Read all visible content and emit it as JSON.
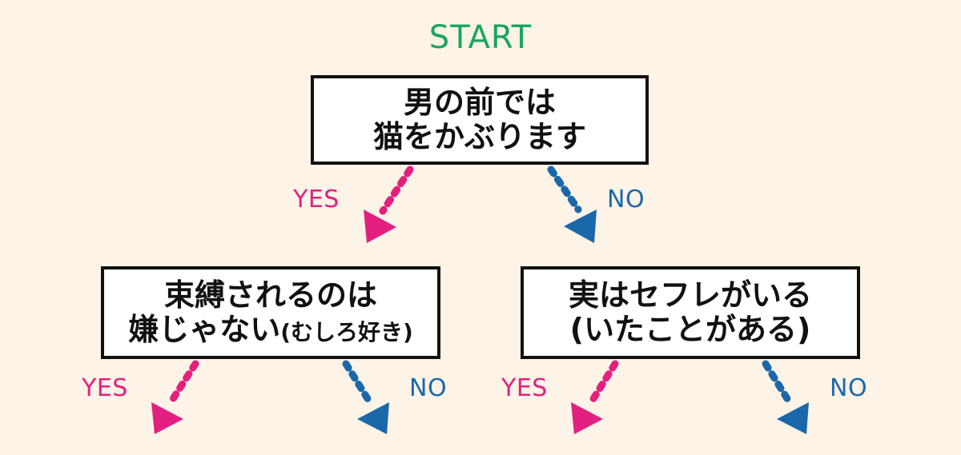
{
  "colors": {
    "background": "#fdf3e6",
    "start": "#1aa561",
    "yes": "#e3207f",
    "no": "#1a68aa",
    "box_border": "#111111"
  },
  "start_label": "START",
  "nodes": {
    "root": {
      "line1": "男の前では",
      "line2": "猫をかぶります"
    },
    "left": {
      "line1": "束縛されるのは",
      "line2_main": "嫌じゃない",
      "line2_note": "(むしろ好き)"
    },
    "right": {
      "line1": "実はセフレがいる",
      "line2": "(いたことがある)"
    }
  },
  "edges": {
    "root_yes": "YES",
    "root_no": "NO",
    "left_yes": "YES",
    "left_no": "NO",
    "right_yes": "YES",
    "right_no": "NO"
  }
}
